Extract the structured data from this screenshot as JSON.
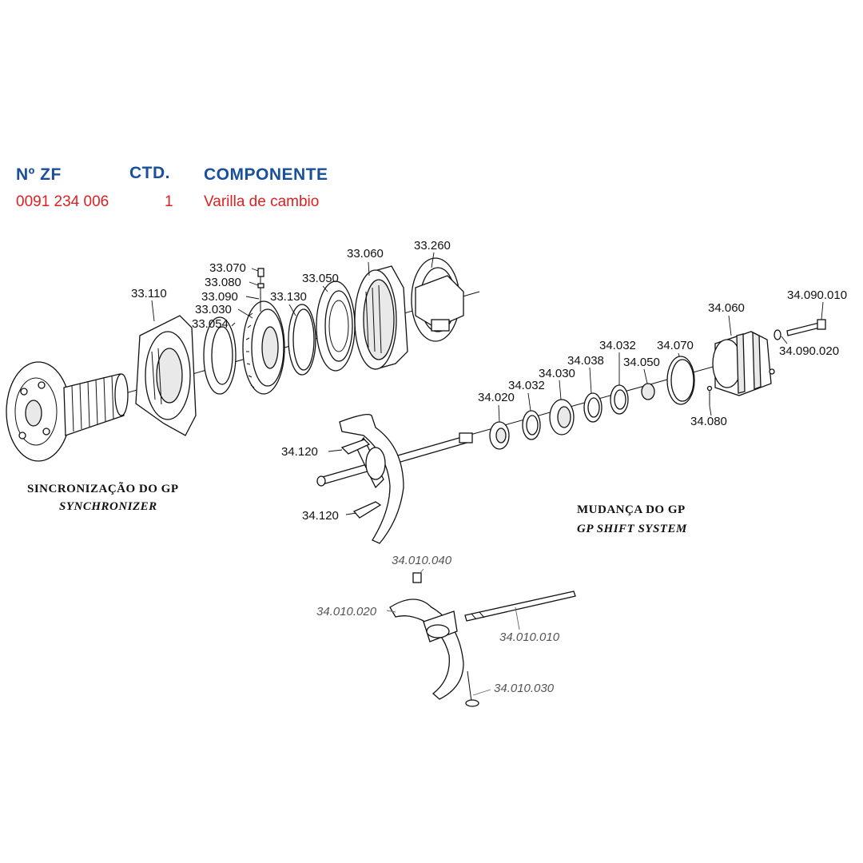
{
  "table": {
    "headers": {
      "part_no": "Nº ZF",
      "qty": "CTD.",
      "component": "COMPONENTE"
    },
    "row": {
      "part_no": "0091 234 006",
      "qty": "1",
      "component": "Varilla de cambio"
    }
  },
  "sections": {
    "synchronizer": {
      "pt": "SINCRONIZAÇÃO DO GP",
      "en": "SYNCHRONIZER"
    },
    "shift": {
      "pt": "MUDANÇA DO GP",
      "en": "GP SHIFT SYSTEM"
    }
  },
  "labels": {
    "s33_110": "33.110",
    "s33_070": "33.070",
    "s33_080": "33.080",
    "s33_090": "33.090",
    "s33_030": "33.030",
    "s33_054": "33.054",
    "s33_130": "33.130",
    "s33_050": "33.050",
    "s33_060": "33.060",
    "s33_260": "33.260",
    "s34_060": "34.060",
    "s34_090_010": "34.090.010",
    "s34_090_020": "34.090.020",
    "s34_070": "34.070",
    "s34_032_a": "34.032",
    "s34_038": "34.038",
    "s34_050": "34.050",
    "s34_030": "34.030",
    "s34_032_b": "34.032",
    "s34_020": "34.020",
    "s34_080": "34.080",
    "s34_120_a": "34.120",
    "s34_120_b": "34.120",
    "s34_010_040": "34.010.040",
    "s34_010_020": "34.010.020",
    "s34_010_010": "34.010.010",
    "s34_010_030": "34.010.030"
  },
  "colors": {
    "header": "#1a4f9c",
    "row": "#e02020",
    "line": "#111111"
  }
}
